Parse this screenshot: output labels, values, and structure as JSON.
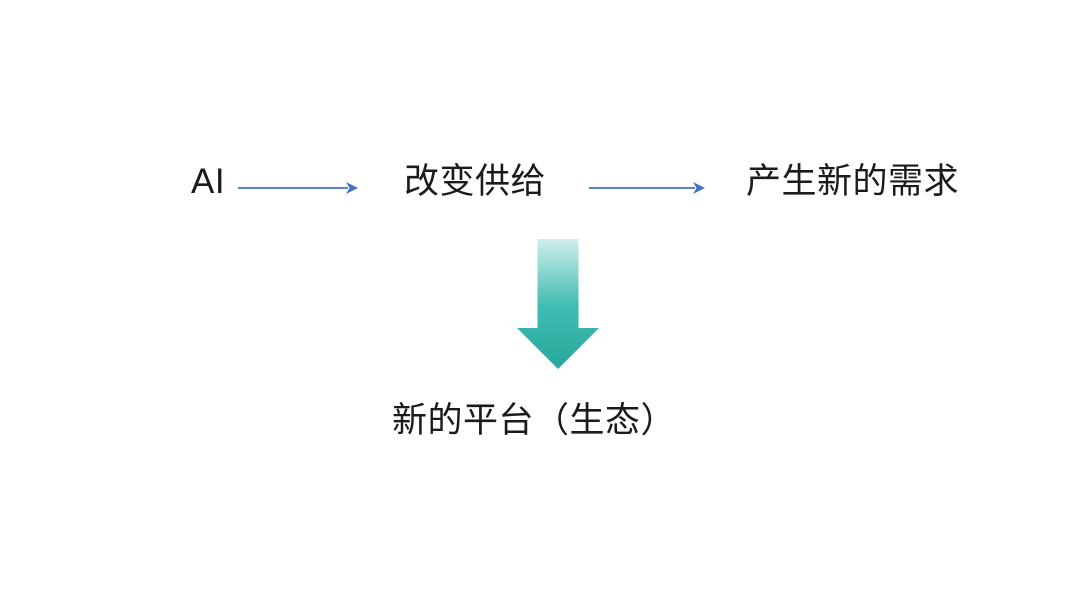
{
  "diagram": {
    "nodes": {
      "ai": "AI",
      "change_supply": "改变供给",
      "new_demand": "产生新的需求",
      "new_platform": "新的平台（生态）"
    },
    "colors": {
      "background": "#ffffff",
      "text": "#1b1b1b",
      "flow_arrow": "#4472c4",
      "down_arrow_top": "#cfeeea",
      "down_arrow_mid": "#3fbdb2",
      "down_arrow_bottom": "#29a79b"
    },
    "icons": {
      "flow_arrow_icon": "right-arrow →",
      "down_arrow_icon": "down-block-arrow ▼"
    }
  }
}
